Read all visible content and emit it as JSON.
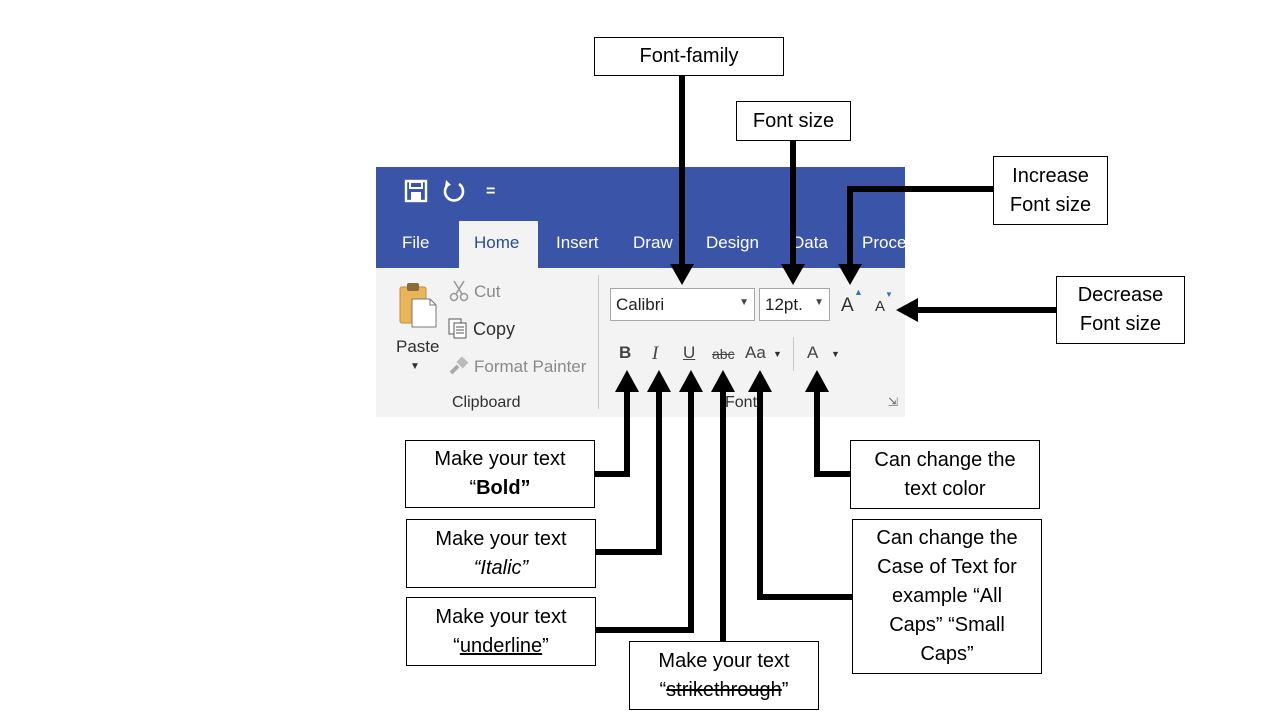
{
  "ribbon": {
    "tabs": [
      "File",
      "Home",
      "Insert",
      "Draw",
      "Design",
      "Data",
      "Proces"
    ],
    "qat_menu_glyph": "=",
    "clipboard": {
      "paste": "Paste",
      "cut": "Cut",
      "copy": "Copy",
      "format_painter": "Format Painter",
      "group_label": "Clipboard"
    },
    "font": {
      "family": "Calibri",
      "size": "12pt.",
      "bold": "B",
      "italic": "I",
      "underline": "U",
      "strike": "abc",
      "change_case": "Aa",
      "font_color": "A",
      "grow": "A",
      "shrink": "A",
      "group_label": "Font"
    }
  },
  "callouts": {
    "font_family": "Font-family",
    "font_size": "Font size",
    "increase": [
      "Increase",
      "Font size"
    ],
    "decrease": [
      "Decrease",
      "Font size"
    ],
    "bold": {
      "line1": "Make your text",
      "open": "“",
      "emph": "Bold",
      "close": "”"
    },
    "italic": {
      "line1": "Make your text",
      "open": "“",
      "emph": "Italic",
      "close": "”"
    },
    "underline": {
      "line1": "Make your text",
      "open": "“",
      "emph": "underline",
      "close": "”"
    },
    "strike": {
      "line1": "Make your text",
      "open": "“",
      "emph": "strikethrough",
      "close": "”"
    },
    "color": [
      "Can change the",
      "text color"
    ],
    "case": [
      "Can change the",
      "Case of Text for",
      "example “All",
      "Caps” “Small",
      "Caps”"
    ]
  },
  "colors": {
    "titlebar": "#3a55a7",
    "ribbon_body": "#f3f3f3",
    "home_tab_text": "#2b4a9c"
  }
}
